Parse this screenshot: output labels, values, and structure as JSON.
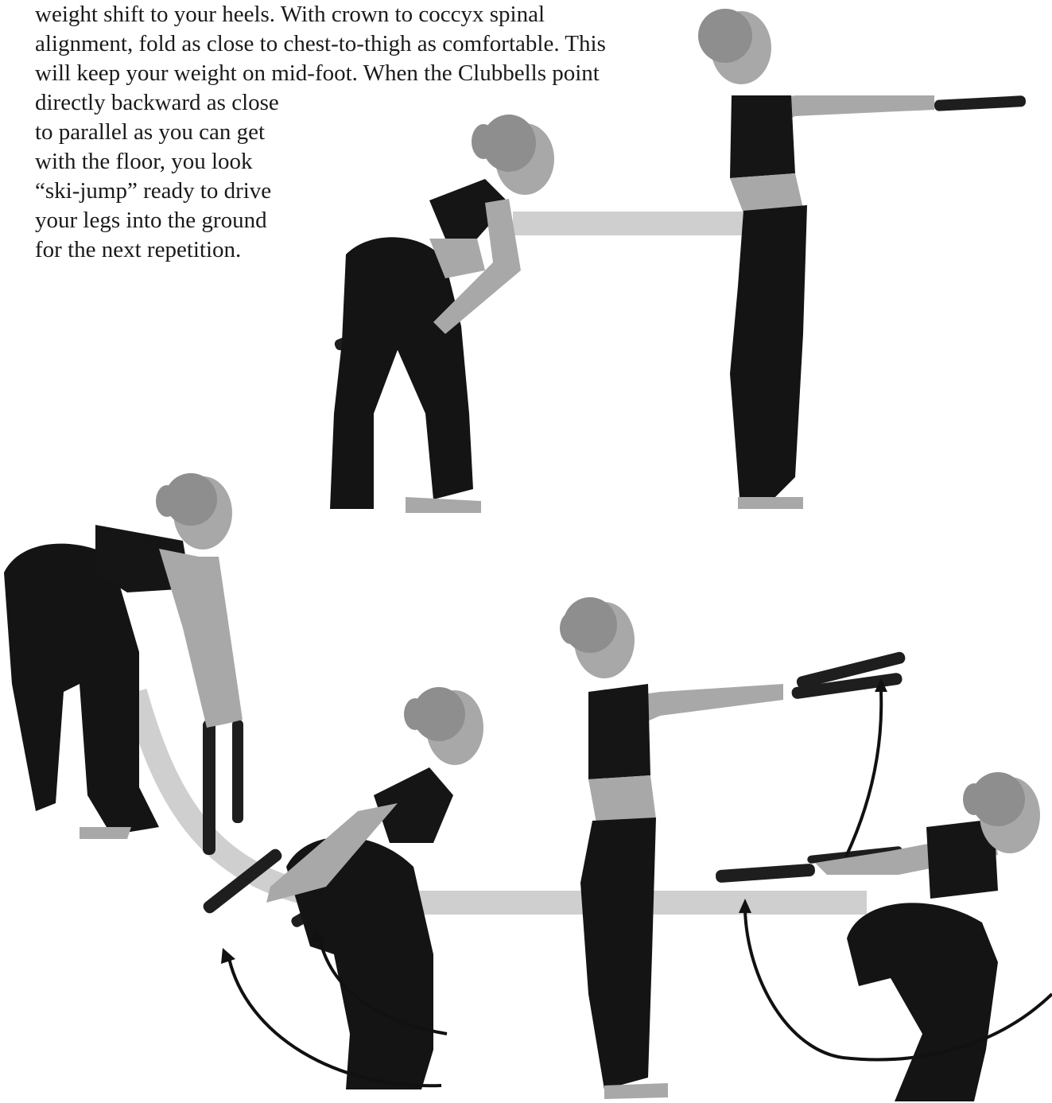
{
  "instruction_text": {
    "lines": [
      "weight shift to your heels. With crown to coccyx spinal",
      "alignment, fold as close to chest-to-thigh as comfortable. This",
      "will keep your weight on mid-foot. When the Clubbells point",
      "directly backward as close",
      "to parallel as you can get",
      "with the floor, you look",
      "“ski-jump” ready to drive",
      "your legs into the ground",
      "for the next repetition."
    ]
  },
  "colors": {
    "path_band": "#cfcfcf",
    "arrow": "#111111",
    "figure_dark": "#141414",
    "figure_skin": "#a8a8a8",
    "figure_hair": "#8e8e8e"
  }
}
